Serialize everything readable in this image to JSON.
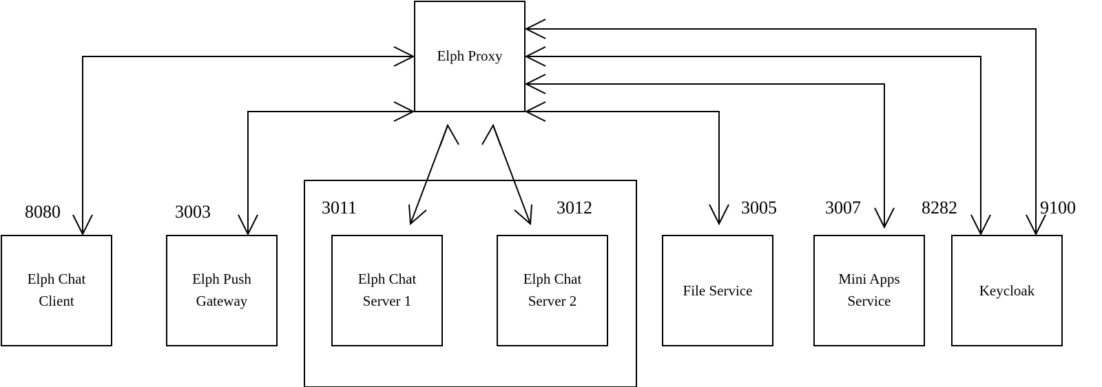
{
  "diagram": {
    "proxy": {
      "label": "Elph Proxy"
    },
    "services": [
      {
        "id": "chat-client",
        "lines": [
          "Elph Chat",
          "Client"
        ],
        "port": "8080"
      },
      {
        "id": "push-gateway",
        "lines": [
          "Elph Push",
          "Gateway"
        ],
        "port": "3003"
      },
      {
        "id": "chat-server-1",
        "lines": [
          "Elph Chat",
          "Server 1"
        ],
        "port": "3011"
      },
      {
        "id": "chat-server-2",
        "lines": [
          "Elph Chat",
          "Server 2"
        ],
        "port": "3012"
      },
      {
        "id": "file-service",
        "lines": [
          "File Service"
        ],
        "port": "3005"
      },
      {
        "id": "mini-apps",
        "lines": [
          "Mini Apps",
          "Service"
        ],
        "port": "3007"
      },
      {
        "id": "keycloak",
        "lines": [
          "Keycloak"
        ],
        "port": "8282"
      },
      {
        "id": "keycloak-2",
        "lines": [],
        "port": "9100"
      }
    ],
    "colors": {
      "stroke": "#000000",
      "background": "#ffffff"
    }
  }
}
